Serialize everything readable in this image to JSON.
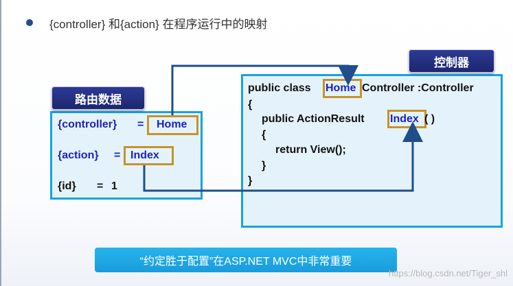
{
  "heading": "{controller} 和{action} 在程序运行中的映射",
  "route_box": {
    "title": "路由数据",
    "rows": [
      {
        "key": "{controller}",
        "eq": "=",
        "value": "Home"
      },
      {
        "key": "{action}",
        "eq": "=",
        "value": "Index"
      },
      {
        "key": "{id}",
        "eq": "=",
        "value": "1"
      }
    ]
  },
  "controller_box": {
    "title": "控制器",
    "line1_prefix": "public class ",
    "line1_highlight": "Home",
    "line1_suffix": "Controller :Controller",
    "brace_open": "{",
    "line3_prefix": "public ActionResult ",
    "line3_highlight": "Index",
    "line3_suffix": " ( )",
    "inner_brace_open": "{",
    "return_line": "return View();",
    "inner_brace_close": "}",
    "brace_close": "}"
  },
  "banner": "“约定胜于配置”在ASP.NET MVC中非常重要",
  "watermark": "https://blog.csdn.net/Tiger_shl",
  "colors": {
    "panel_border": "#16a3e0",
    "panel_fill": "#e4f3fb",
    "highlight_border": "#c7922b",
    "arrow": "#1f4e8a",
    "tag_fill": "#1c2670",
    "banner_fill": "#1fa8e6"
  }
}
